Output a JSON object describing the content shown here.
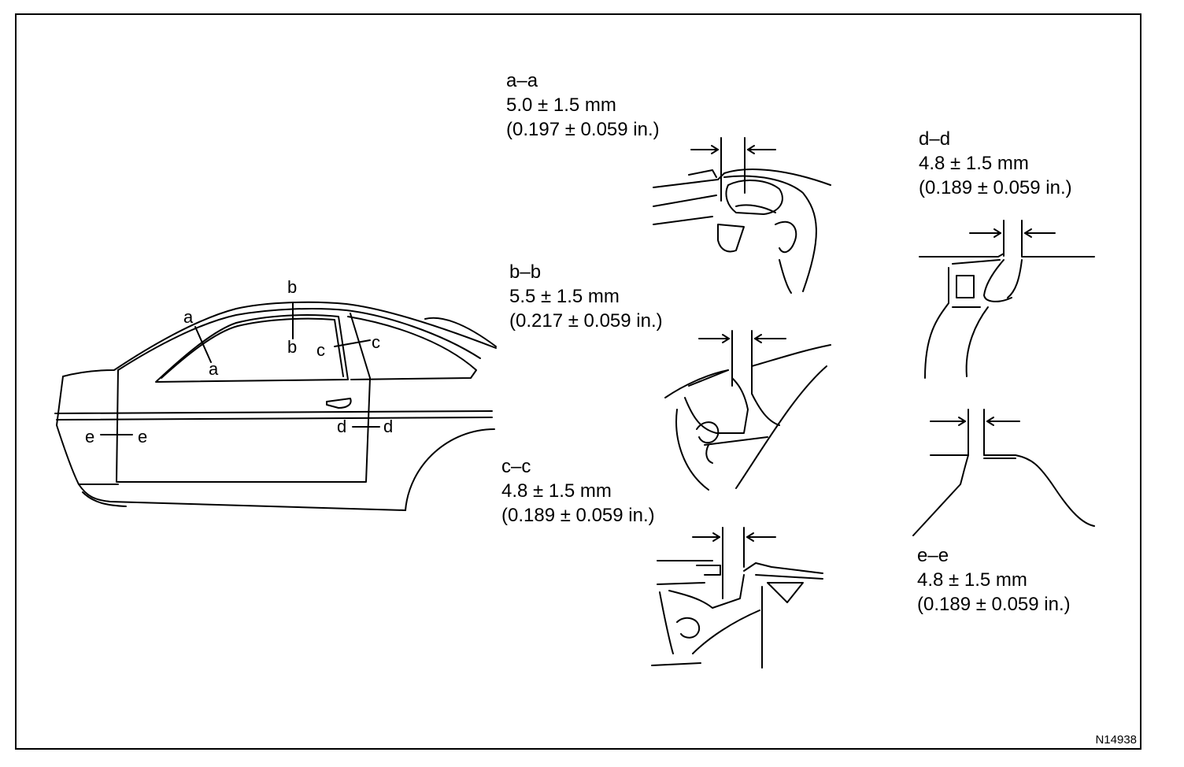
{
  "sections": {
    "a": {
      "title": "a–a",
      "mm": "5.0 ± 1.5 mm",
      "inch": "(0.197 ± 0.059 in.)"
    },
    "b": {
      "title": "b–b",
      "mm": "5.5 ± 1.5 mm",
      "inch": "(0.217 ± 0.059 in.)"
    },
    "c": {
      "title": "c–c",
      "mm": "4.8 ± 1.5 mm",
      "inch": "(0.189 ± 0.059 in.)"
    },
    "d": {
      "title": "d–d",
      "mm": "4.8 ± 1.5 mm",
      "inch": "(0.189 ± 0.059 in.)"
    },
    "e": {
      "title": "e–e",
      "mm": "4.8 ± 1.5 mm",
      "inch": "(0.189 ± 0.059 in.)"
    }
  },
  "car_marks": {
    "a_top": "a",
    "a_bottom": "a",
    "b_top": "b",
    "b_bottom": "b",
    "c_left": "c",
    "c_right": "c",
    "d_left": "d",
    "d_right": "d",
    "e_left": "e",
    "e_right": "e"
  },
  "reference": "N14938"
}
